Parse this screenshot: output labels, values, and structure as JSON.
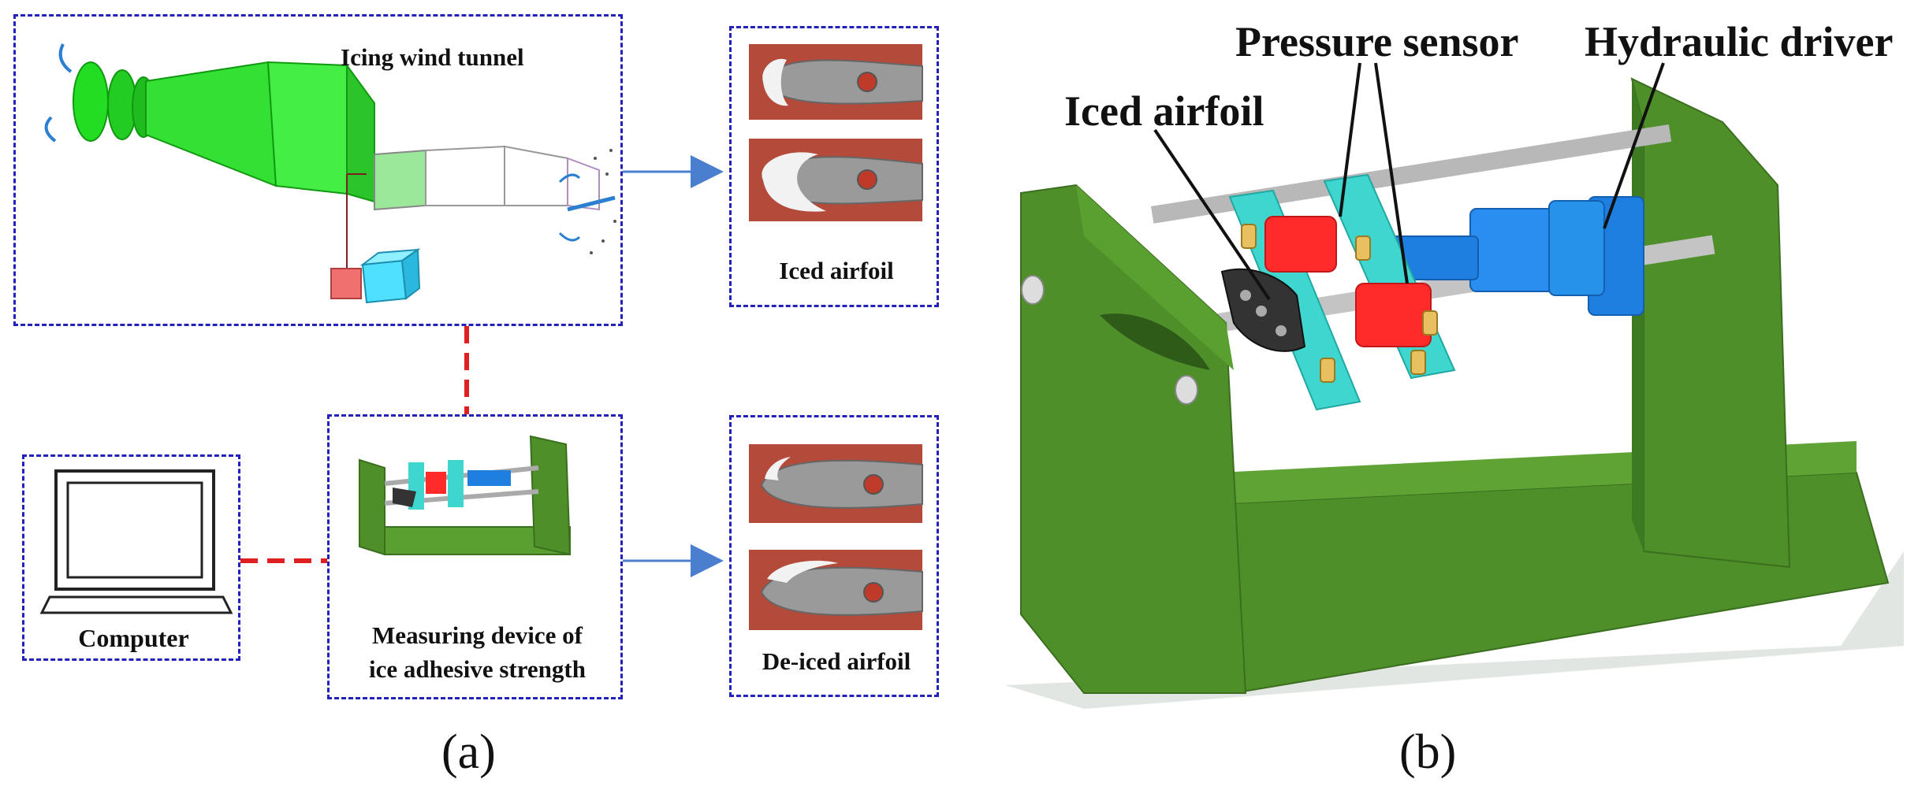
{
  "panel_a": {
    "label": "(a)",
    "wind_tunnel": {
      "title": "Icing wind tunnel"
    },
    "iced_airfoil": {
      "title": "Iced airfoil"
    },
    "computer": {
      "title": "Computer"
    },
    "device": {
      "title_line1": "Measuring device of",
      "title_line2": "ice adhesive strength"
    },
    "deiced_airfoil": {
      "title": "De-iced airfoil"
    }
  },
  "panel_b": {
    "label": "(b)",
    "callouts": {
      "iced_airfoil": "Iced airfoil",
      "pressure_sensor": "Pressure sensor",
      "hydraulic_driver": "Hydraulic driver"
    }
  },
  "colors": {
    "box_border": "#2222bb",
    "dashed_connector": "#e02020",
    "arrow": "#4a7fd0",
    "tunnel_green": "#22dd22",
    "frame_green": "#4e8f2a",
    "plate_cyan": "#3fd6d0",
    "sensor_red": "#ff2a2a",
    "driver_blue": "#1e7fe0",
    "airfoil_bg": "#b34a3a"
  }
}
